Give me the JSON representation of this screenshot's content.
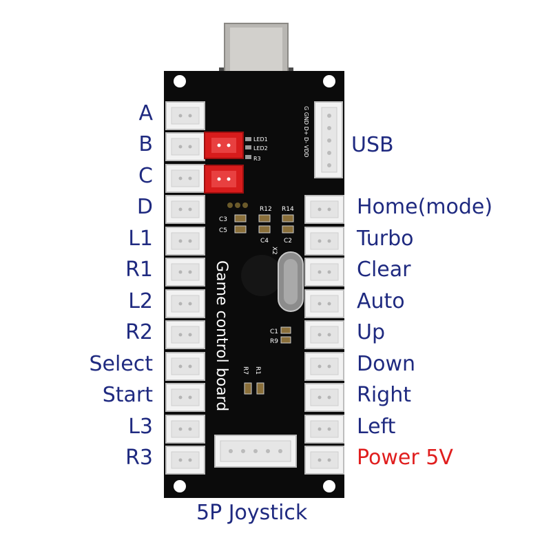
{
  "left_pins": [
    "A",
    "B",
    "C",
    "D",
    "L1",
    "R1",
    "L2",
    "R2",
    "Select",
    "Start",
    "L3",
    "R3"
  ],
  "right_pins": [
    "Home(mode)",
    "Turbo",
    "Clear",
    "Auto",
    "Up",
    "Down",
    "Right",
    "Left",
    "Power 5V"
  ],
  "usb_label": "USB",
  "joystick_label": "5P Joystick",
  "board_text": "Game control board",
  "silkscreen": {
    "led1": "LED1",
    "led2": "LED2",
    "r3": "R3",
    "r12": "R12",
    "r14": "R14",
    "c3": "C3",
    "c5": "C5",
    "c4": "C4",
    "c2": "C2",
    "x2": "X2",
    "c1": "C1",
    "r9": "R9",
    "r7": "R7",
    "r1": "R1",
    "usb_pins": "G GND D+ D- VDD"
  },
  "colors": {
    "label": "#1f2a80",
    "power": "#e01e1e",
    "board": "#0b0b0b",
    "connector": "#f2f2f2",
    "red_connector": "#d81c1c"
  }
}
